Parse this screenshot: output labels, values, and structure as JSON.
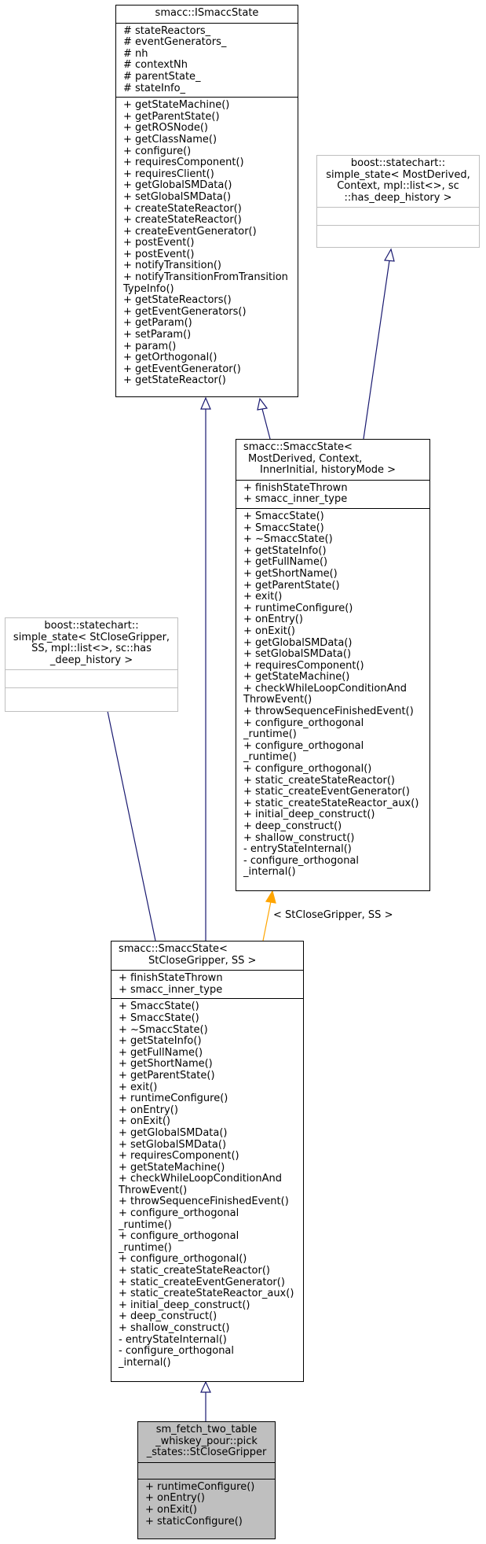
{
  "classes": {
    "ismacc": {
      "title": [
        "smacc::ISmaccState"
      ],
      "attributes": [
        "# stateReactors_",
        "# eventGenerators_",
        "# nh",
        "# contextNh",
        "# parentState_",
        "# stateInfo_"
      ],
      "methods": [
        "+ getStateMachine()",
        "+ getParentState()",
        "+ getROSNode()",
        "+ getClassName()",
        "+ configure()",
        "+ requiresComponent()",
        "+ requiresClient()",
        "+ getGlobalSMData()",
        "+ setGlobalSMData()",
        "+ createStateReactor()",
        "+ createStateReactor()",
        "+ createEventGenerator()",
        "+ postEvent()",
        "+ postEvent()",
        "+ notifyTransition()",
        "+ notifyTransitionFromTransition",
        "TypeInfo()",
        "+ getStateReactors()",
        "+ getEventGenerators()",
        "+ getParam()",
        "+ setParam()",
        "+ param()",
        "+ getOrthogonal()",
        "+ getEventGenerator()",
        "+ getStateReactor()"
      ]
    },
    "boost_generic": {
      "title": [
        "boost::statechart::",
        "simple_state< MostDerived,",
        "Context, mpl::list<>, sc",
        "::has_deep_history >"
      ]
    },
    "smacc_template": {
      "title": [
        "smacc::SmaccState<",
        "MostDerived, Context,",
        "InnerInitial, historyMode >"
      ],
      "attributes": [
        "+ finishStateThrown",
        "+ smacc_inner_type"
      ],
      "methods": [
        "+ SmaccState()",
        "+ SmaccState()",
        "+ ~SmaccState()",
        "+ getStateInfo()",
        "+ getFullName()",
        "+ getShortName()",
        "+ getParentState()",
        "+ exit()",
        "+ runtimeConfigure()",
        "+ onEntry()",
        "+ onExit()",
        "+ getGlobalSMData()",
        "+ setGlobalSMData()",
        "+ requiresComponent()",
        "+ getStateMachine()",
        "+ checkWhileLoopConditionAnd",
        "ThrowEvent()",
        "+ throwSequenceFinishedEvent()",
        "+ configure_orthogonal",
        "_runtime()",
        "+ configure_orthogonal",
        "_runtime()",
        "+ configure_orthogonal()",
        "+ static_createStateReactor()",
        "+ static_createEventGenerator()",
        "+ static_createStateReactor_aux()",
        "+ initial_deep_construct()",
        "+ deep_construct()",
        "+ shallow_construct()",
        "- entryStateInternal()",
        "- configure_orthogonal",
        "_internal()"
      ]
    },
    "boost_gripper": {
      "title": [
        "boost::statechart::",
        "simple_state< StCloseGripper,",
        "SS, mpl::list<>, sc::has",
        "_deep_history >"
      ]
    },
    "smacc_gripper": {
      "title": [
        "smacc::SmaccState<",
        "StCloseGripper, SS >"
      ],
      "attributes": [
        "+ finishStateThrown",
        "+ smacc_inner_type"
      ],
      "methods": [
        "+ SmaccState()",
        "+ SmaccState()",
        "+ ~SmaccState()",
        "+ getStateInfo()",
        "+ getFullName()",
        "+ getShortName()",
        "+ getParentState()",
        "+ exit()",
        "+ runtimeConfigure()",
        "+ onEntry()",
        "+ onExit()",
        "+ getGlobalSMData()",
        "+ setGlobalSMData()",
        "+ requiresComponent()",
        "+ getStateMachine()",
        "+ checkWhileLoopConditionAnd",
        "ThrowEvent()",
        "+ throwSequenceFinishedEvent()",
        "+ configure_orthogonal",
        "_runtime()",
        "+ configure_orthogonal",
        "_runtime()",
        "+ configure_orthogonal()",
        "+ static_createStateReactor()",
        "+ static_createEventGenerator()",
        "+ static_createStateReactor_aux()",
        "+ initial_deep_construct()",
        "+ deep_construct()",
        "+ shallow_construct()",
        "- entryStateInternal()",
        "- configure_orthogonal",
        "_internal()"
      ]
    },
    "stclose": {
      "title": [
        "sm_fetch_two_table",
        "_whiskey_pour::pick",
        "_states::StCloseGripper"
      ],
      "methods": [
        "+ runtimeConfigure()",
        "+ onEntry()",
        "+ onExit()",
        "+ staticConfigure()"
      ]
    }
  },
  "edge_label": "< StCloseGripper, SS >",
  "colors": {
    "inheritance": "#191970",
    "template": "#ffa500",
    "external_border": "#bfbfbf",
    "focus_fill": "#bfbfbf"
  }
}
